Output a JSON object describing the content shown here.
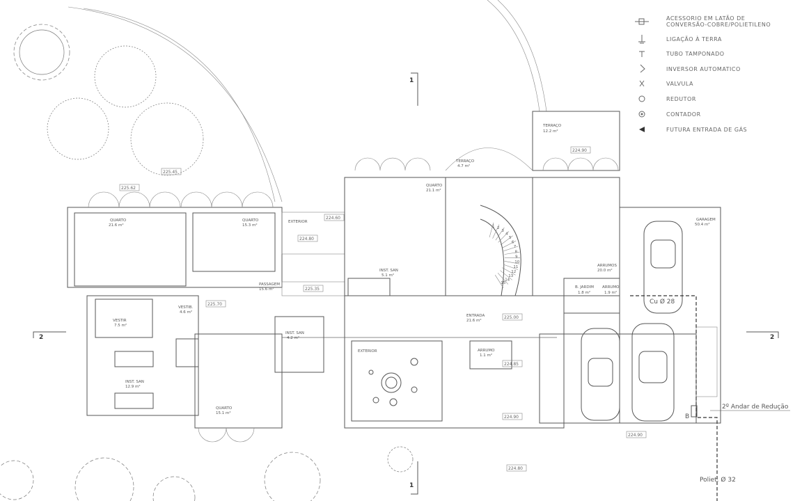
{
  "legend": {
    "items": [
      {
        "icon": "connector-icon",
        "line1": "ACESSORIO EM LATÃO DE",
        "line2": "CONVERSÃO-COBRE/POLIETILENO"
      },
      {
        "icon": "ground-icon",
        "line1": "LIGAÇÃO À TERRA"
      },
      {
        "icon": "capped-tube-icon",
        "line1": "TUBO TAMPONADO"
      },
      {
        "icon": "inverter-icon",
        "line1": "INVERSOR AUTOMATICO"
      },
      {
        "icon": "valve-icon",
        "line1": "VALVULA"
      },
      {
        "icon": "reducer-icon",
        "line1": "REDUTOR"
      },
      {
        "icon": "meter-icon",
        "line1": "CONTADOR"
      },
      {
        "icon": "gas-entry-icon",
        "line1": "FUTURA ENTRADA DE GÁS"
      }
    ]
  },
  "rooms": {
    "quarto1": {
      "name": "QUARTO",
      "area": "21.6 m²"
    },
    "quarto2": {
      "name": "QUARTO",
      "area": "15.3 m²"
    },
    "quarto3": {
      "name": "QUARTO",
      "area": "21.1 m²"
    },
    "quarto4": {
      "name": "QUARTO",
      "area": "15.1 m²"
    },
    "exterior1": {
      "name": "EXTERIOR"
    },
    "exterior2": {
      "name": "EXTERIOR"
    },
    "passagem": {
      "name": "PASSAGEM",
      "area": "15.6 m²"
    },
    "vestib": {
      "name": "VESTIB.",
      "area": "4.6 m²"
    },
    "vestir": {
      "name": "VESTIR",
      "area": "7.5 m²"
    },
    "instsan1": {
      "name": "INST. SAN",
      "area": "12.9 m²"
    },
    "instsan2": {
      "name": "INST. SAN",
      "area": "4.2 m²"
    },
    "instsan3": {
      "name": "INST. SAN",
      "area": "5.1 m²"
    },
    "terraco1": {
      "name": "TERRAÇO",
      "area": "4.7 m²"
    },
    "terraco2": {
      "name": "TERRAÇO",
      "area": "12.2 m²"
    },
    "entrada": {
      "name": "ENTRADA",
      "area": "21.6 m²"
    },
    "arrumo1": {
      "name": "ARRUMO",
      "area": "1.1 m²"
    },
    "arrumo2": {
      "name": "ARRUMO",
      "area": "1.9 m²"
    },
    "bjardim": {
      "name": "B. JARDIM",
      "area": "1.8 m²"
    },
    "arrumos": {
      "name": "ARRUMOS",
      "area": "20.0 m²"
    },
    "garagem": {
      "name": "GARAGEM",
      "area": "50.4 m²"
    }
  },
  "levels": {
    "l1": "225.45",
    "l2": "225.62",
    "l3": "224.80",
    "l4": "224.60",
    "l5": "225.70",
    "l6": "225.35",
    "l7": "224.90",
    "l8": "225.00",
    "l9": "224.85",
    "l10": "224.90",
    "l11": "224.90",
    "l12": "224.80"
  },
  "stairs": [
    "1",
    "2",
    "3",
    "4",
    "5",
    "6",
    "7",
    "8",
    "9",
    "10",
    "11",
    "12",
    "13",
    "14",
    "15"
  ],
  "sections": {
    "s1_top": "1",
    "s1_bottom": "1",
    "s2_left": "2",
    "s2_right": "2"
  },
  "annotations": {
    "pipe": "Cu Ø 28",
    "reducao": "2º Andar de Redução",
    "b_mark": "B",
    "polietileno": "Poliet. Ø 32"
  }
}
